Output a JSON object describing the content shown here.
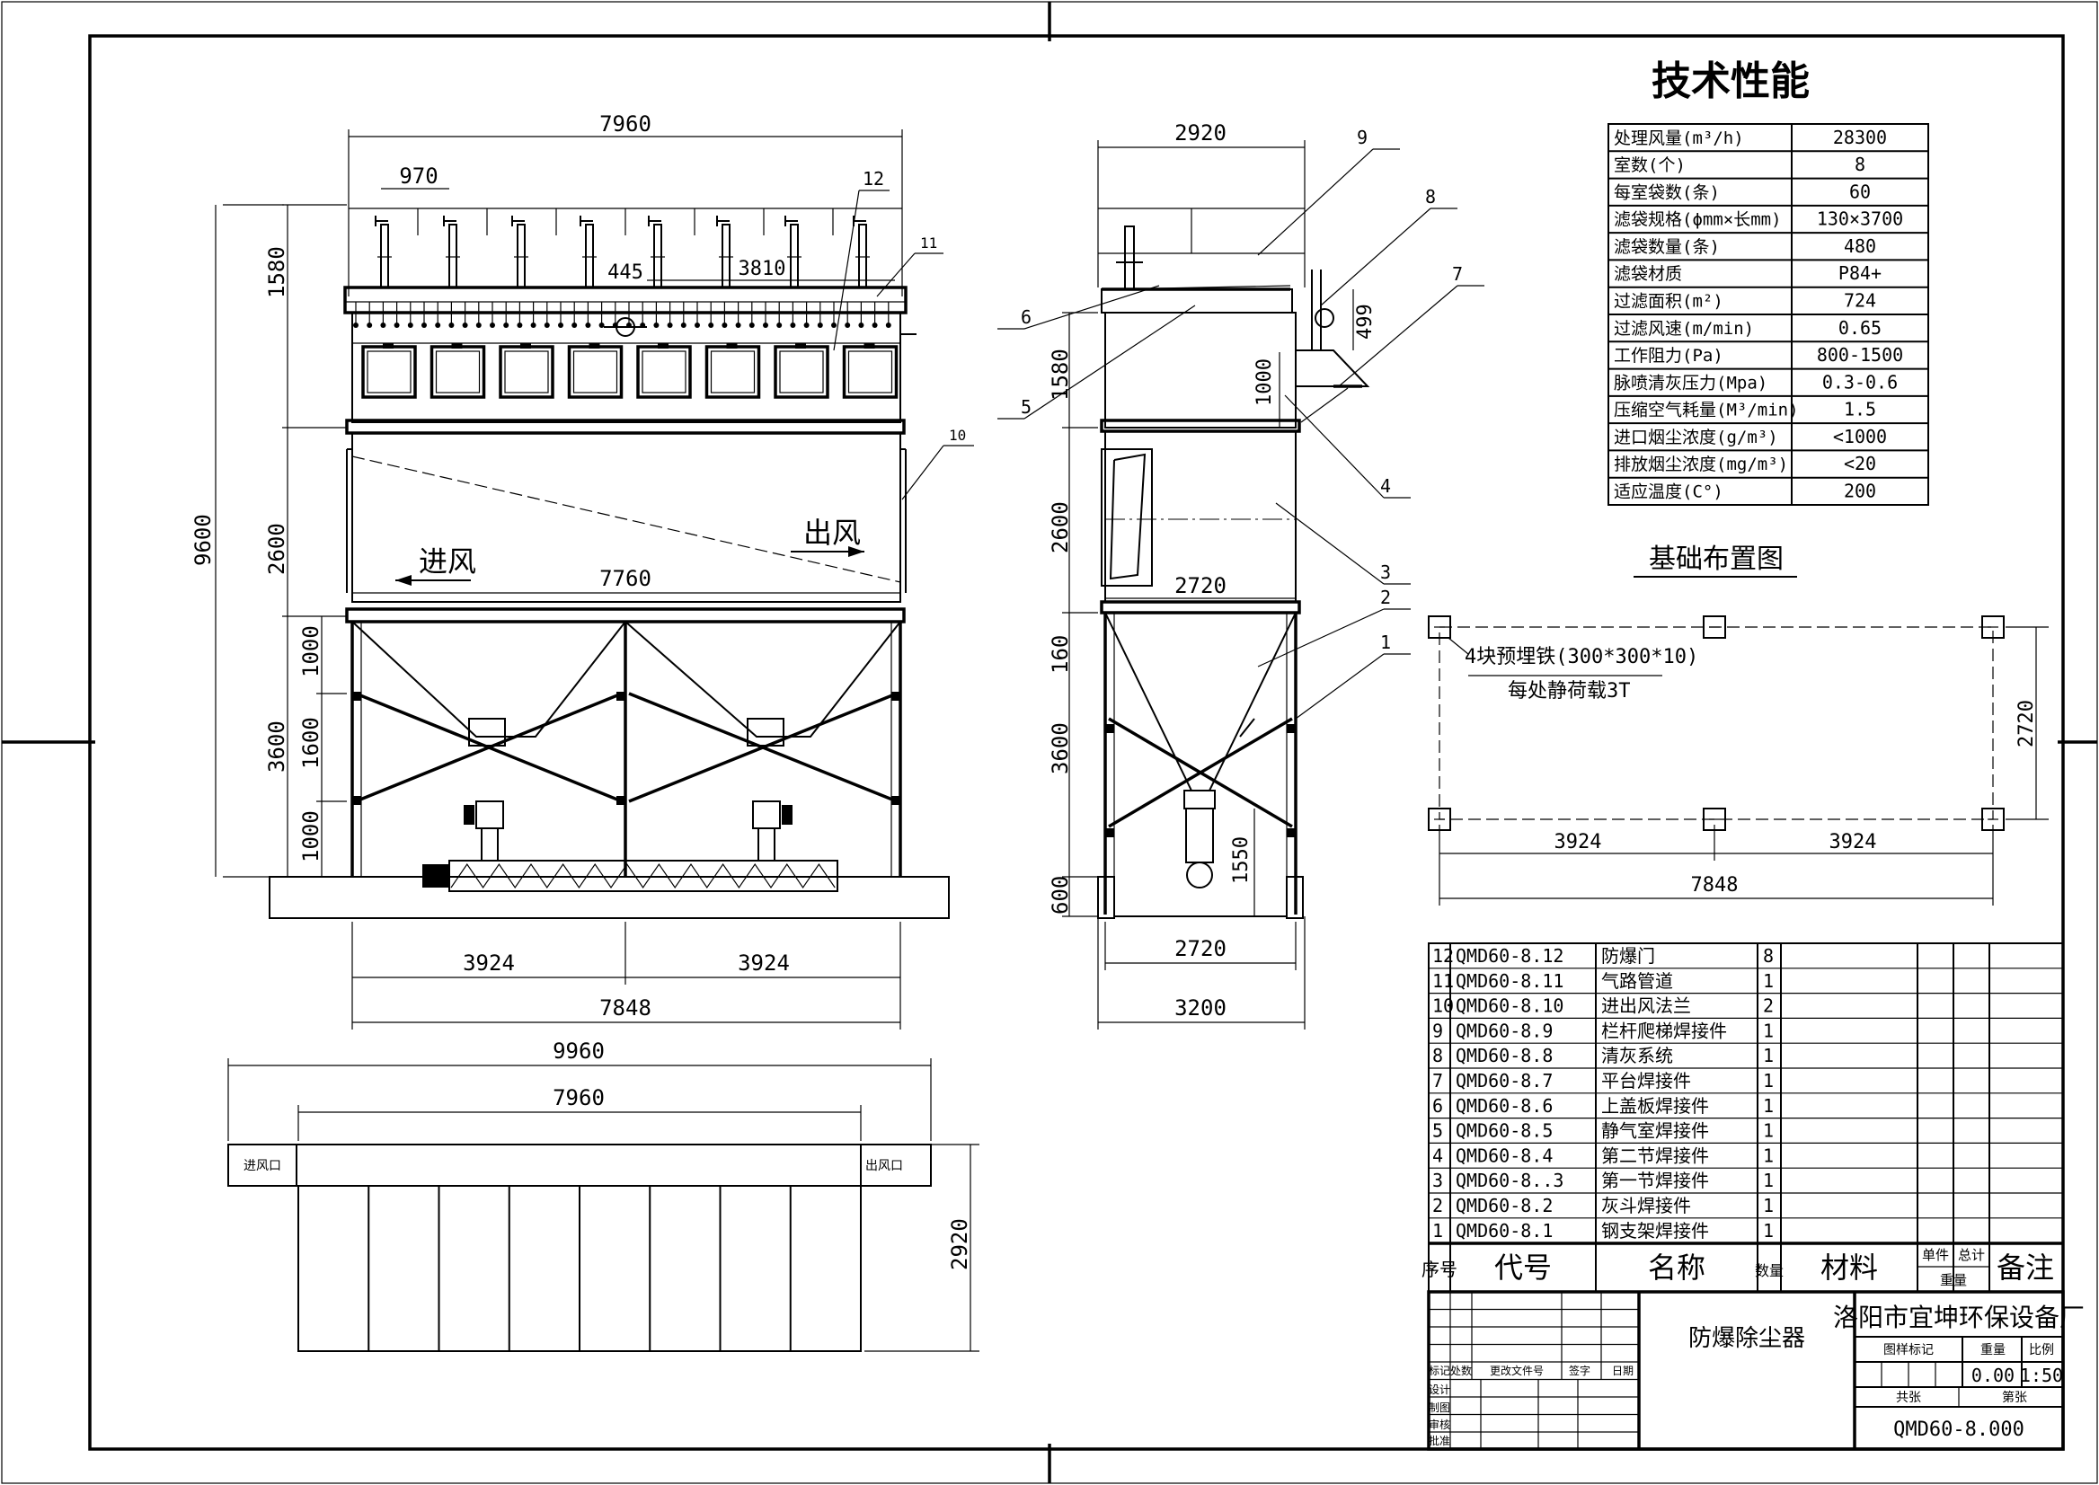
{
  "title": "技术性能",
  "foundation_title": "基础布置图",
  "foundation": {
    "note1": "4块预埋铁(300*300*10)",
    "note2": "每处静荷载3T",
    "dim_vertical": "2720",
    "dim_span_left": "3924",
    "dim_span_right": "3924",
    "dim_total": "7848"
  },
  "specs": [
    {
      "label": "处理风量(m³/h)",
      "value": "28300"
    },
    {
      "label": "室数(个)",
      "value": "8"
    },
    {
      "label": "每室袋数(条)",
      "value": "60"
    },
    {
      "label": "滤袋规格(ϕmm×长mm)",
      "value": "130×3700"
    },
    {
      "label": "滤袋数量(条)",
      "value": "480"
    },
    {
      "label": "滤袋材质",
      "value": "P84+"
    },
    {
      "label": "过滤面积(m²)",
      "value": "724"
    },
    {
      "label": "过滤风速(m/min)",
      "value": "0.65"
    },
    {
      "label": "工作阻力(Pa)",
      "value": "800-1500"
    },
    {
      "label": "脉喷清灰压力(Mpa)",
      "value": "0.3-0.6"
    },
    {
      "label": "压缩空气耗量(M³/min)",
      "value": "1.5"
    },
    {
      "label": "进口烟尘浓度(g/m³)",
      "value": "<1000"
    },
    {
      "label": "排放烟尘浓度(mg/m³)",
      "value": "<20"
    },
    {
      "label": "适应温度(C°)",
      "value": "200"
    }
  ],
  "front_view": {
    "dim_top": "7960",
    "dim_970": "970",
    "dim_445": "445",
    "dim_3810": "3810",
    "dim_inner": "7760",
    "dim_left_1": "3924",
    "dim_left_2": "3924",
    "dim_bottom": "7848",
    "dim_h_1580": "1580",
    "dim_h_2600": "2600",
    "dim_h_3600": "3600",
    "dim_h_9600": "9600",
    "dim_h_1000a": "1000",
    "dim_h_1600": "1600",
    "dim_h_1000b": "1000",
    "label_inlet": "进风",
    "label_outlet": "出风",
    "callout_10": "10",
    "callout_11": "11",
    "callout_12": "12"
  },
  "side_view": {
    "dim_top": "2920",
    "dim_2720_mid": "2720",
    "dim_2720_bottom": "2720",
    "dim_3200": "3200",
    "dim_1580": "1580",
    "dim_2600": "2600",
    "dim_160": "160",
    "dim_3600": "3600",
    "dim_600": "600",
    "dim_499": "499",
    "dim_1000": "1000",
    "dim_1550": "1550",
    "callouts": [
      "1",
      "2",
      "3",
      "4",
      "5",
      "6",
      "7",
      "8",
      "9"
    ]
  },
  "plan_view": {
    "dim_9960": "9960",
    "dim_7960": "7960",
    "dim_2920": "2920",
    "label_inlet": "进风口",
    "label_outlet": "出风口"
  },
  "parts": [
    {
      "no": "12",
      "code": "QMD60-8.12",
      "name": "防爆门",
      "qty": "8"
    },
    {
      "no": "11",
      "code": "QMD60-8.11",
      "name": "气路管道",
      "qty": "1"
    },
    {
      "no": "10",
      "code": "QMD60-8.10",
      "name": "进出风法兰",
      "qty": "2"
    },
    {
      "no": "9",
      "code": "QMD60-8.9",
      "name": "栏杆爬梯焊接件",
      "qty": "1"
    },
    {
      "no": "8",
      "code": "QMD60-8.8",
      "name": "清灰系统",
      "qty": "1"
    },
    {
      "no": "7",
      "code": "QMD60-8.7",
      "name": "平台焊接件",
      "qty": "1"
    },
    {
      "no": "6",
      "code": "QMD60-8.6",
      "name": "上盖板焊接件",
      "qty": "1"
    },
    {
      "no": "5",
      "code": "QMD60-8.5",
      "name": "静气室焊接件",
      "qty": "1"
    },
    {
      "no": "4",
      "code": "QMD60-8.4",
      "name": "第二节焊接件",
      "qty": "1"
    },
    {
      "no": "3",
      "code": "QMD60-8..3",
      "name": "第一节焊接件",
      "qty": "1"
    },
    {
      "no": "2",
      "code": "QMD60-8.2",
      "name": "灰斗焊接件",
      "qty": "1"
    },
    {
      "no": "1",
      "code": "QMD60-8.1",
      "name": "钢支架焊接件",
      "qty": "1"
    }
  ],
  "parts_header": {
    "no": "序号",
    "code": "代号",
    "name": "名称",
    "qty": "数量",
    "material": "材料",
    "unit_weight": "单件",
    "total_weight": "总计",
    "weight": "重量",
    "remark": "备注"
  },
  "title_block": {
    "company": "洛阳市宜坤环保设备厂",
    "drawing_name": "防爆除尘器",
    "drawing_no": "QMD60-8.000",
    "weight": "0.00",
    "scale": "1:50",
    "stage_mark": "图样标记",
    "weight_label": "重量",
    "scale_label": "比例",
    "sheets_total": "共张",
    "sheet_no": "第张",
    "rev_mark": "标记",
    "rev_qty": "处数",
    "rev_doc": "更改文件号",
    "rev_sign": "签字",
    "rev_date": "日期",
    "design": "设计",
    "draw": "制图",
    "check": "审核",
    "approve": "批准"
  }
}
